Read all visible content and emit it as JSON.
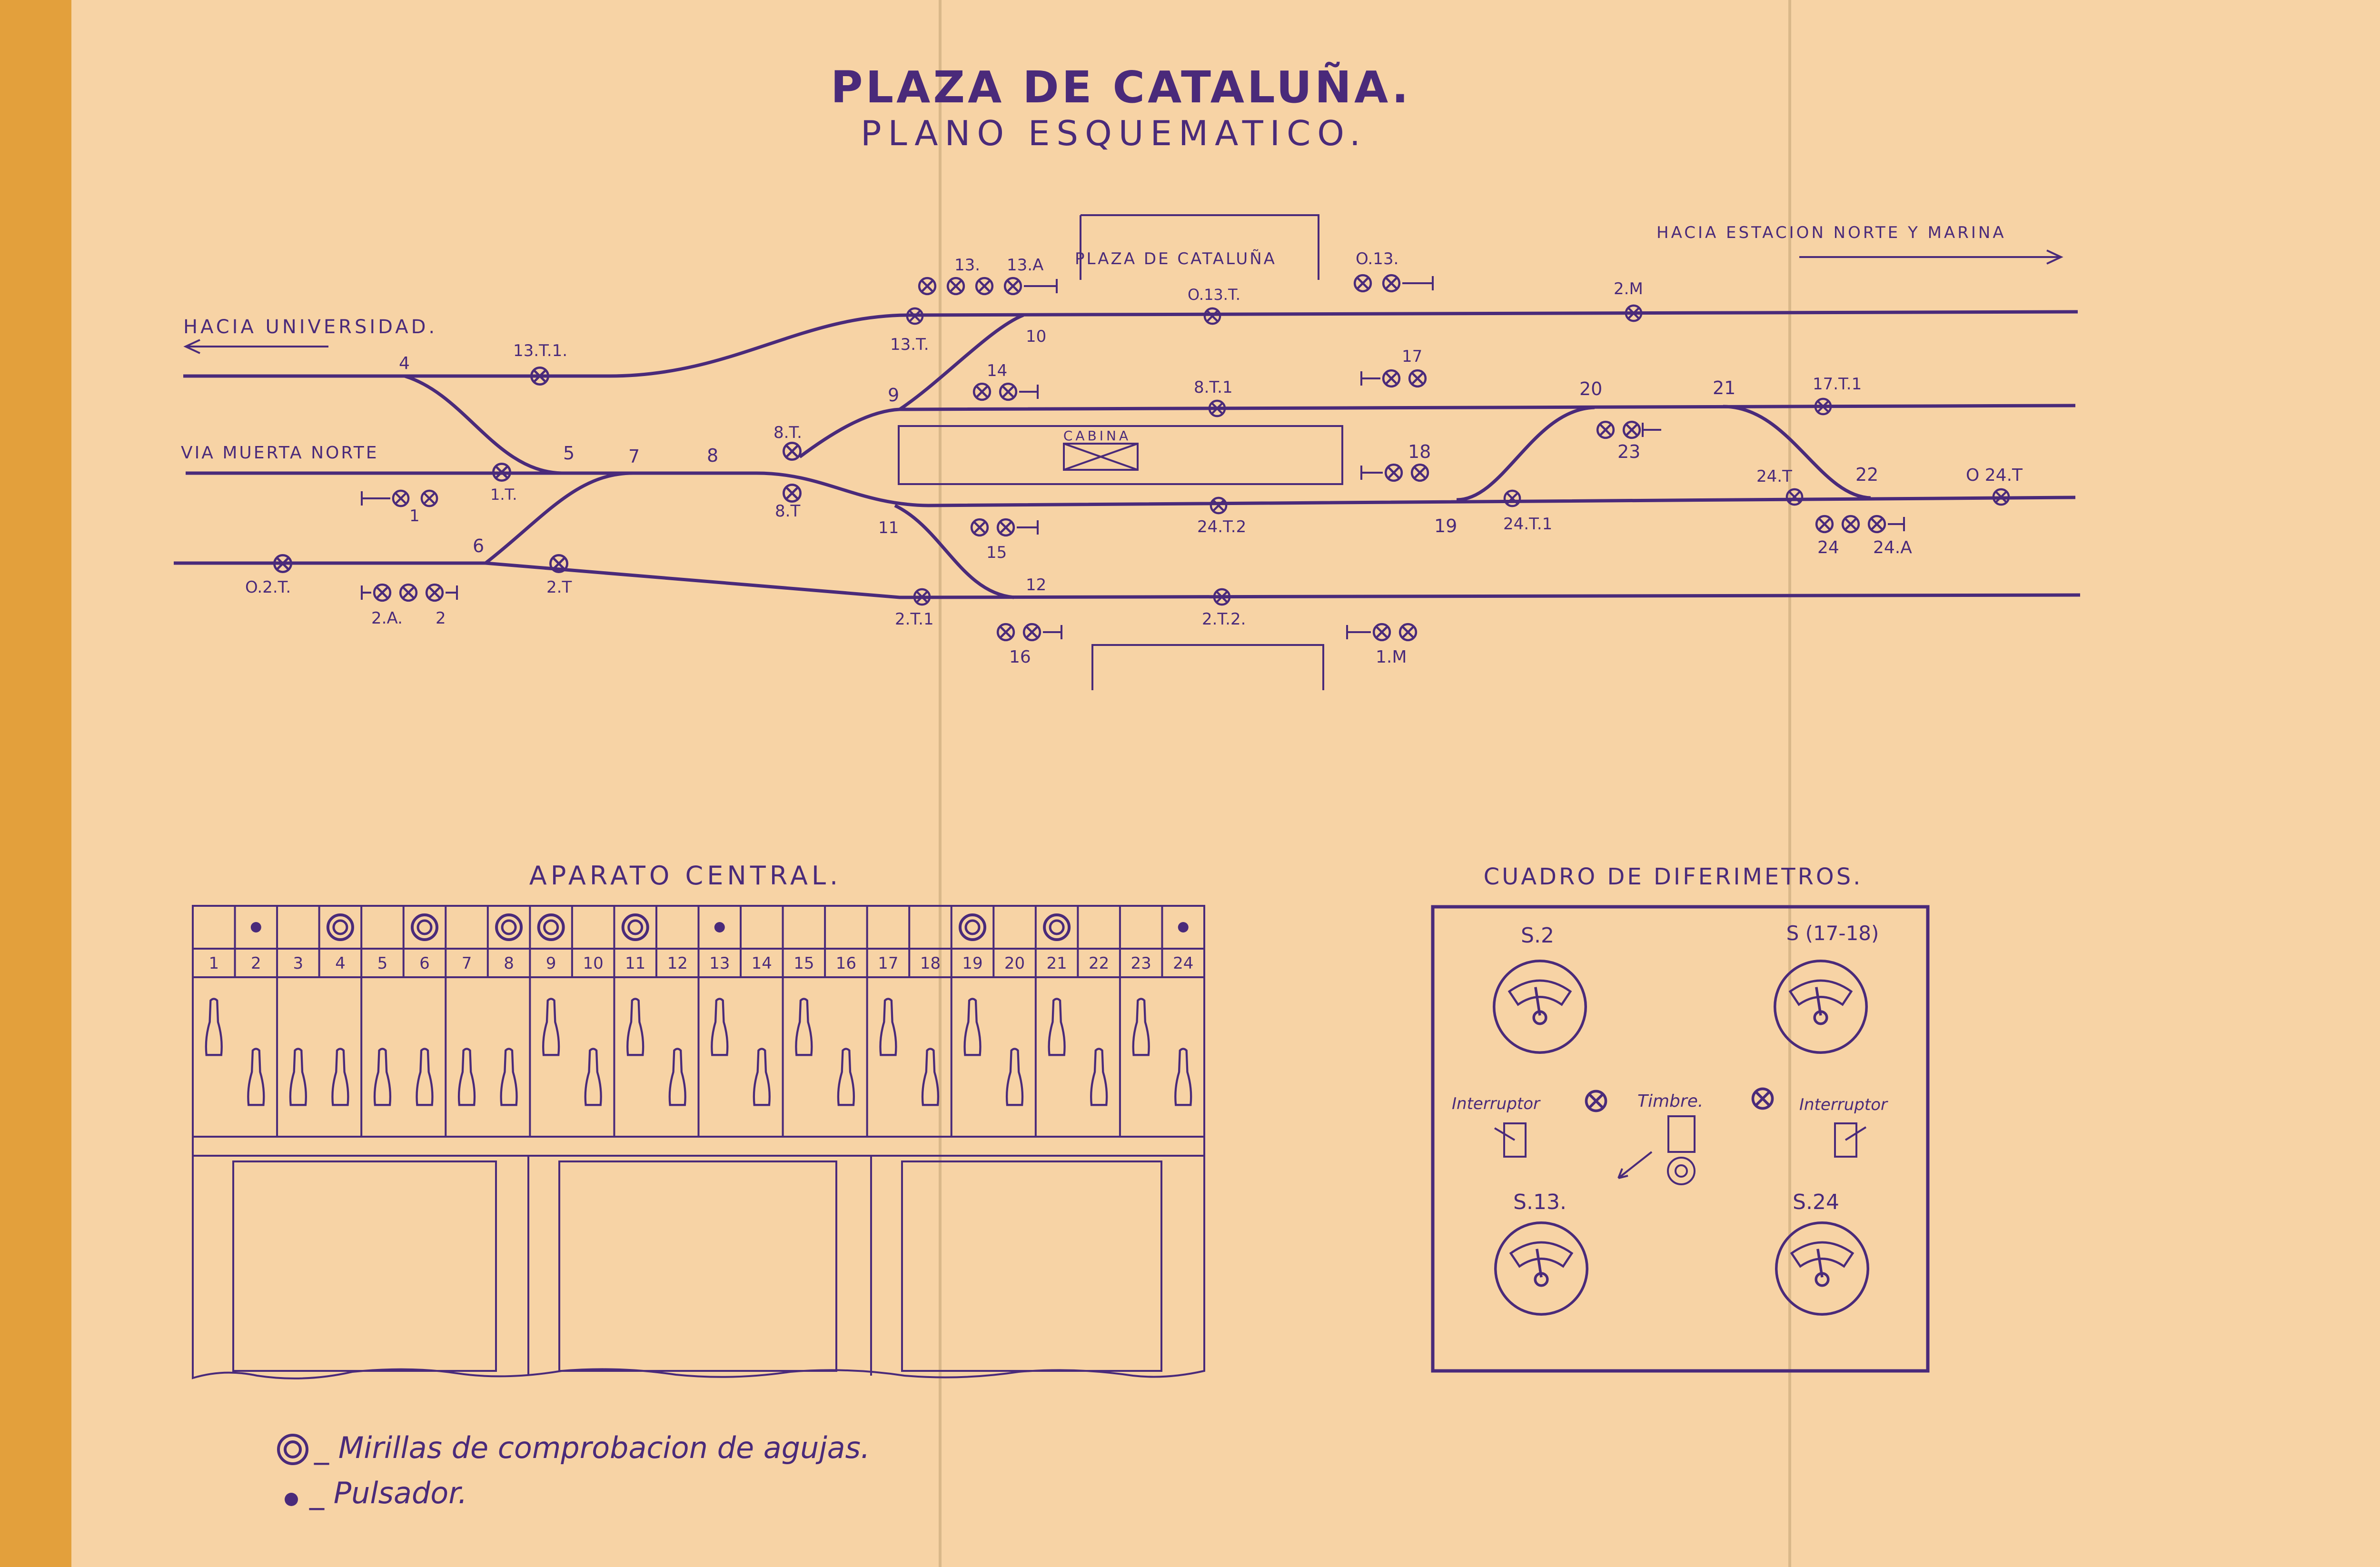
{
  "title": "PLAZA DE CATALUÑA.",
  "subtitle": "PLANO ESQUEMATICO.",
  "directions": {
    "left": "HACIA UNIVERSIDAD.",
    "right": "HACIA ESTACION NORTE Y MARINA",
    "dead_track": "VIA MUERTA NORTE"
  },
  "boxes": {
    "plaza": "PLAZA DE CATALUÑA",
    "cabina": "CABINA"
  },
  "track_labels": [
    {
      "id": "t4",
      "text": "4"
    },
    {
      "id": "t13T1",
      "text": "13.T.1."
    },
    {
      "id": "t1T",
      "text": "1.T."
    },
    {
      "id": "t1",
      "text": "1"
    },
    {
      "id": "t5",
      "text": "5"
    },
    {
      "id": "t7",
      "text": "7"
    },
    {
      "id": "t8",
      "text": "8"
    },
    {
      "id": "t8Ta",
      "text": "8.T."
    },
    {
      "id": "t8Tb",
      "text": "8.T"
    },
    {
      "id": "t6",
      "text": "6"
    },
    {
      "id": "t2T",
      "text": "2.T"
    },
    {
      "id": "tO2T",
      "text": "O.2.T."
    },
    {
      "id": "t2A",
      "text": "2.A."
    },
    {
      "id": "t2",
      "text": "2"
    },
    {
      "id": "t13",
      "text": "13."
    },
    {
      "id": "t13A",
      "text": "13.A"
    },
    {
      "id": "t13T",
      "text": "13.T."
    },
    {
      "id": "t10",
      "text": "10"
    },
    {
      "id": "t9",
      "text": "9"
    },
    {
      "id": "t14",
      "text": "14"
    },
    {
      "id": "tO13T",
      "text": "O.13.T."
    },
    {
      "id": "tO13",
      "text": "O.13."
    },
    {
      "id": "t2M",
      "text": "2.M"
    },
    {
      "id": "t17",
      "text": "17"
    },
    {
      "id": "t8T1",
      "text": "8.T.1"
    },
    {
      "id": "t20",
      "text": "20"
    },
    {
      "id": "t21",
      "text": "21"
    },
    {
      "id": "t17T1",
      "text": "17.T.1"
    },
    {
      "id": "t23",
      "text": "23"
    },
    {
      "id": "t18",
      "text": "18"
    },
    {
      "id": "t24T",
      "text": "24.T"
    },
    {
      "id": "t22",
      "text": "22"
    },
    {
      "id": "tO24T",
      "text": "O 24.T"
    },
    {
      "id": "t11",
      "text": "11"
    },
    {
      "id": "t15",
      "text": "15"
    },
    {
      "id": "t24T2",
      "text": "24.T.2"
    },
    {
      "id": "t19",
      "text": "19"
    },
    {
      "id": "t24T1",
      "text": "24.T.1"
    },
    {
      "id": "t24",
      "text": "24"
    },
    {
      "id": "t24A",
      "text": "24.A"
    },
    {
      "id": "t12",
      "text": "12"
    },
    {
      "id": "t2T1",
      "text": "2.T.1"
    },
    {
      "id": "t2T2",
      "text": "2.T.2."
    },
    {
      "id": "t16",
      "text": "16"
    },
    {
      "id": "t1M",
      "text": "1.M"
    }
  ],
  "aparato": {
    "title": "APARATO CENTRAL.",
    "numbers": [
      "1",
      "2",
      "3",
      "4",
      "5",
      "6",
      "7",
      "8",
      "9",
      "10",
      "11",
      "12",
      "13",
      "14",
      "15",
      "16",
      "17",
      "18",
      "19",
      "20",
      "21",
      "22",
      "23",
      "24"
    ]
  },
  "cuadro": {
    "title": "CUADRO DE DIFERIMETROS.",
    "gauges": [
      "S.2",
      "S (17-18)",
      "S.13.",
      "S.24"
    ],
    "interruptor_left": "Interruptor",
    "interruptor_right": "Interruptor",
    "timbre": "Timbre."
  },
  "legend": [
    {
      "symbol": "mirilla-icon",
      "text": "_ Mirillas de comprobacion de agujas."
    },
    {
      "symbol": "pulsador-icon",
      "text": "_ Pulsador."
    }
  ],
  "colors": {
    "paper": "#f7d3a5",
    "ink": "#4a2a7a",
    "edge": "#e3a03c"
  }
}
